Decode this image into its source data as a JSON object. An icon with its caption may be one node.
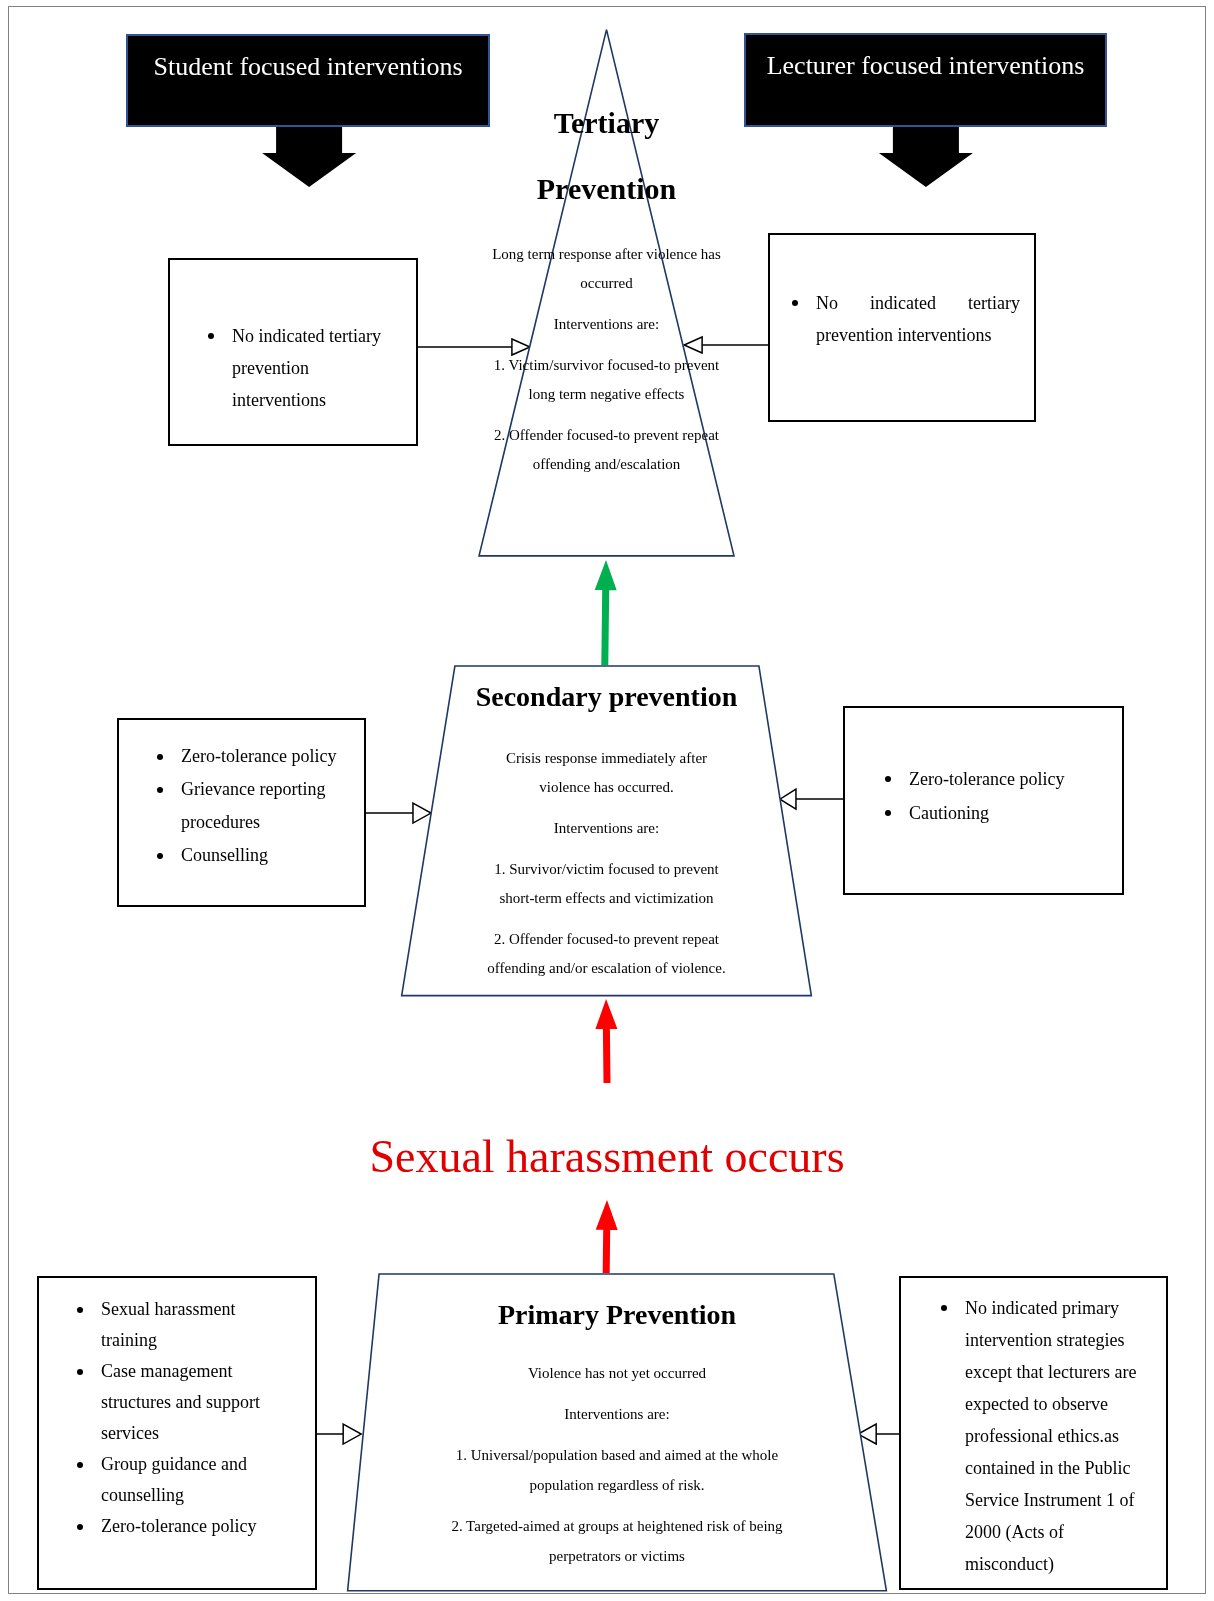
{
  "diagram": {
    "nodes": [
      {
        "text": [
          "Student focused interventions"
        ]
      },
      {
        "text": [
          "Lecturer focused interventions"
        ]
      },
      {
        "text": [
          "Tertiary Prevention",
          "Long term response after violence has occurred",
          "Interventions are:",
          "1. Victim/survivor focused-to prevent long term negative effects",
          "2. Offender focused-to prevent repeat offending and/escalation"
        ]
      },
      {
        "text": [
          "No indicated tertiary prevention interventions"
        ]
      },
      {
        "text": [
          "No indicated tertiary prevention interventions"
        ]
      },
      {
        "text": [
          "Secondary prevention",
          "Crisis response immediately after violence has occurred.",
          "Interventions are:",
          "1. Survivor/victim focused to prevent short-term effects and victimization",
          "2. Offender focused-to prevent repeat offending and/or escalation of violence."
        ]
      },
      {
        "text": [
          "Zero-tolerance policy",
          "Grievance reporting procedures",
          "Counselling"
        ]
      },
      {
        "text": [
          "Zero-tolerance policy",
          "Cautioning"
        ]
      },
      {
        "text": [
          "Sexual harassment occurs"
        ]
      },
      {
        "text": [
          "Primary Prevention",
          "Violence has not yet occurred",
          "Interventions are:",
          "1. Universal/population based and aimed at the whole population regardless of risk.",
          "2. Targeted-aimed at groups at heightened risk of being perpetrators or victims"
        ]
      },
      {
        "text": [
          "Sexual harassment training",
          "Case management structures and support services",
          "Group guidance and counselling",
          "Zero-tolerance policy"
        ]
      },
      {
        "text": [
          "No indicated primary intervention strategies except that lecturers are expected to observe professional ethics.as contained in the Public Service Instrument 1 of 2000 (Acts of misconduct)"
        ]
      }
    ],
    "edges": [
      {
        "from": 0,
        "to": null,
        "arrow": "to",
        "style": "thick"
      },
      {
        "from": 1,
        "to": null,
        "arrow": "to",
        "style": "thick"
      },
      {
        "from": 3,
        "to": 2,
        "arrow": "to"
      },
      {
        "from": 4,
        "to": 2,
        "arrow": "to"
      },
      {
        "from": 6,
        "to": 5,
        "arrow": "to"
      },
      {
        "from": 7,
        "to": 5,
        "arrow": "to"
      },
      {
        "from": 5,
        "to": 2,
        "arrow": "to",
        "style": "thick",
        "color": "#00b050"
      },
      {
        "from": 8,
        "to": 5,
        "arrow": "to",
        "style": "thick",
        "color": "#ff0000"
      },
      {
        "from": 9,
        "to": 8,
        "arrow": "to",
        "style": "thick",
        "color": "#ff0000"
      },
      {
        "from": 10,
        "to": 9,
        "arrow": "to"
      },
      {
        "from": 11,
        "to": 9,
        "arrow": "to"
      }
    ]
  }
}
